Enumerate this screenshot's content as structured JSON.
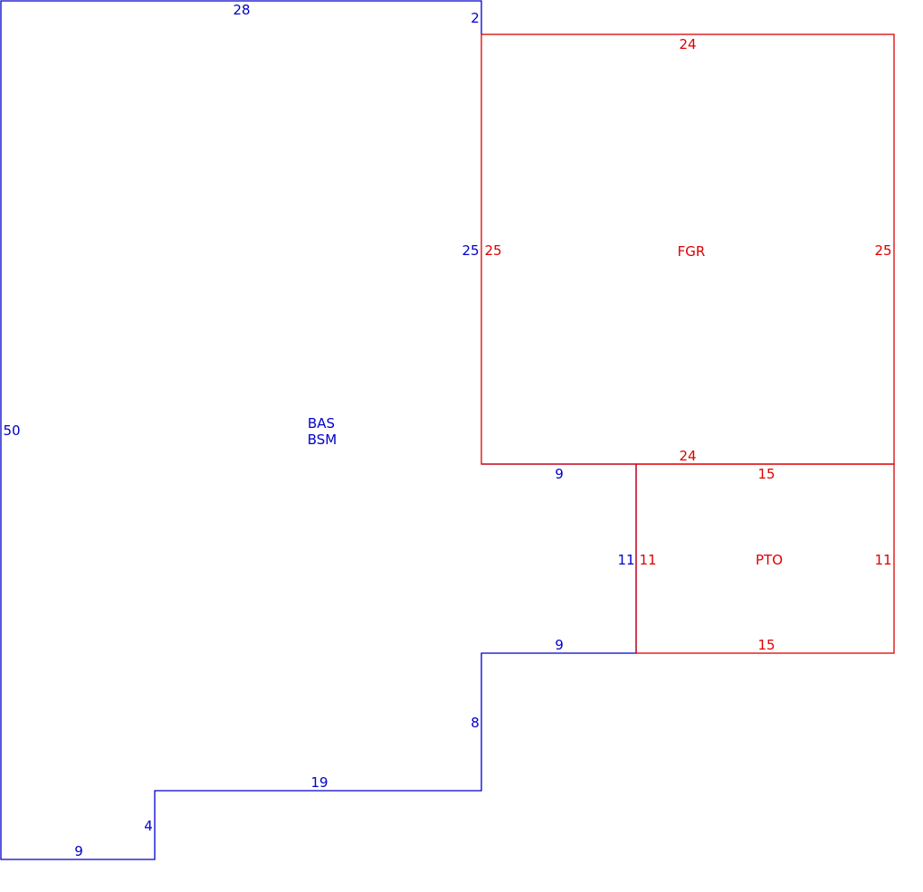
{
  "areas": {
    "main": {
      "codes": [
        "BAS",
        "BSM"
      ],
      "color": "#0000cc"
    },
    "garage": {
      "code": "FGR",
      "color": "#dd0000"
    },
    "patio": {
      "code": "PTO",
      "color": "#dd0000"
    }
  },
  "dimensions": {
    "main_top": "28",
    "main_notch_top": "2",
    "main_left": "50",
    "main_shared_garage": "25",
    "main_step_under_garage": "9",
    "main_shared_patio": "11",
    "main_step_under_patio": "9",
    "main_right_lower": "8",
    "main_bottom_mid": "19",
    "main_step_left": "4",
    "main_bottom_left": "9",
    "garage_top": "24",
    "garage_left": "25",
    "garage_right": "25",
    "garage_bottom": "24",
    "patio_top": "15",
    "patio_left": "11",
    "patio_right": "11",
    "patio_bottom": "15"
  }
}
